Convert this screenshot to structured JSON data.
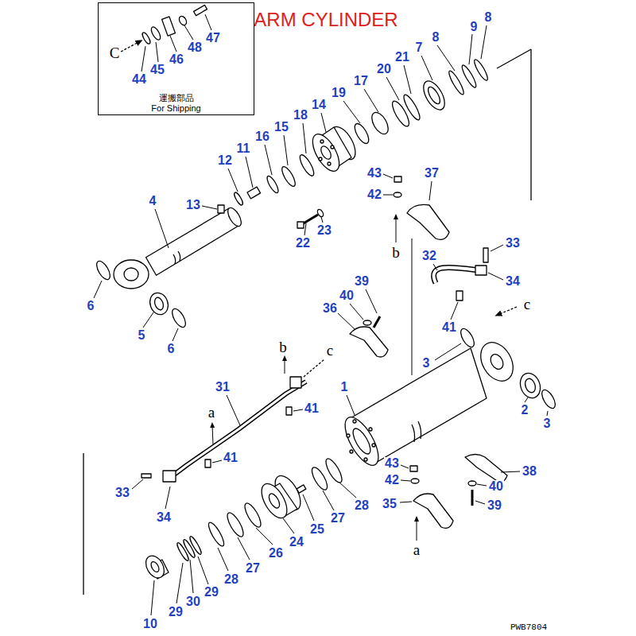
{
  "diagram": {
    "title": "ARM CYLINDER",
    "nodes": [
      {
        "text": [
          "運搬部品",
          "For Shipping"
        ]
      }
    ],
    "labels": [
      "C",
      "44",
      "45",
      "46",
      "48",
      "47",
      "8",
      "9",
      "8",
      "7",
      "21",
      "20",
      "17",
      "19",
      "14",
      "18",
      "15",
      "16",
      "11",
      "12",
      "13",
      "4",
      "22",
      "23",
      "43",
      "42",
      "37",
      "b",
      "33",
      "32",
      "34",
      "c",
      "41",
      "39",
      "40",
      "36",
      "6",
      "5",
      "6",
      "b",
      "c",
      "3",
      "1",
      "31",
      "2",
      "3",
      "a",
      "41",
      "41",
      "43",
      "42",
      "35",
      "40",
      "38",
      "39",
      "a",
      "33",
      "34",
      "25",
      "27",
      "28",
      "24",
      "26",
      "27",
      "28",
      "29",
      "30",
      "29",
      "10",
      "PWB7804"
    ]
  }
}
